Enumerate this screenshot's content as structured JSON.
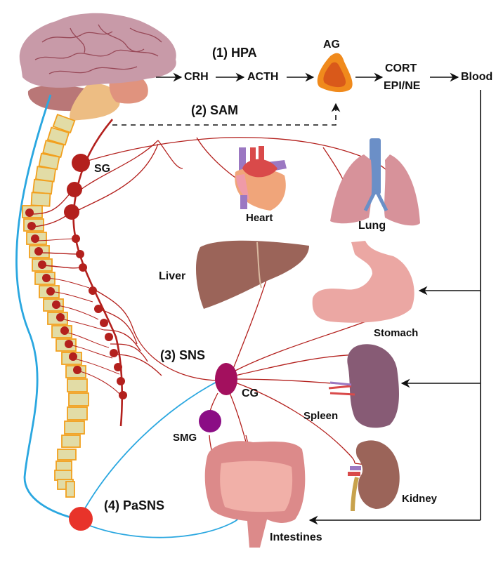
{
  "pathways": {
    "hpa": "(1) HPA",
    "sam": "(2) SAM",
    "sns": "(3) SNS",
    "pasns": "(4) PaSNS"
  },
  "hormones": {
    "crh": "CRH",
    "acth": "ACTH",
    "cort": "CORT",
    "epi_ne": "EPI/NE",
    "blood": "Blood"
  },
  "glands": {
    "ag": "AG"
  },
  "ganglia": {
    "sg": "SG",
    "cg": "CG",
    "smg": "SMG"
  },
  "organs": {
    "heart": "Heart",
    "lung": "Lung",
    "liver": "Liver",
    "stomach": "Stomach",
    "spleen": "Spleen",
    "kidney": "Kidney",
    "intestines": "Intestines"
  },
  "colors": {
    "sympathetic_nerve": "#b3201d",
    "parasympathetic_nerve": "#2aa7e0",
    "celiac_ganglion": "#a3105e",
    "superior_mesenteric_ganglion": "#8b0d85",
    "vagal_node": "#e8332a",
    "adrenal_outer": "#f08a1c",
    "adrenal_inner": "#d9591a",
    "vertebra_fill": "#e2dca6",
    "vertebra_stroke": "#f2a01e"
  }
}
